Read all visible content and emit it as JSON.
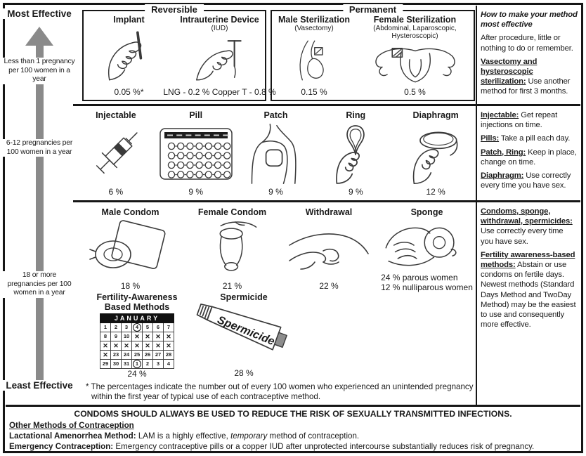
{
  "colors": {
    "arrow_gray": "#8a8a8a",
    "line_black": "#161616"
  },
  "left_rail": {
    "top_label": "Most Effective",
    "tier1": "Less than 1 pregnancy per 100 women in a year",
    "tier2": "6-12 pregnancies per 100 women in a year",
    "tier3": "18 or more pregnancies per 100 women in a year",
    "bottom_label": "Least Effective"
  },
  "groups": {
    "reversible_label": "Reversible",
    "permanent_label": "Permanent"
  },
  "row1": {
    "methods": [
      {
        "name": "Implant",
        "sub": "",
        "rate": "0.05 %*",
        "icon": "hand-holding-implant"
      },
      {
        "name": "Intrauterine Device",
        "sub": "(IUD)",
        "rate": "LNG - 0.2 %  Copper T - 0.8 %",
        "icon": "hand-holding-iud"
      },
      {
        "name": "Male Sterilization",
        "sub": "(Vasectomy)",
        "rate": "0.15 %",
        "icon": "vasectomy-diagram"
      },
      {
        "name": "Female Sterilization",
        "sub": "(Abdominal, Laparoscopic, Hysteroscopic)",
        "rate": "0.5 %",
        "icon": "female-sterilization-diagram"
      }
    ]
  },
  "row2": {
    "methods": [
      {
        "name": "Injectable",
        "rate": "6 %",
        "icon": "syringe"
      },
      {
        "name": "Pill",
        "rate": "9 %",
        "icon": "pill-pack"
      },
      {
        "name": "Patch",
        "rate": "9 %",
        "icon": "patch-on-shoulder"
      },
      {
        "name": "Ring",
        "rate": "9 %",
        "icon": "hand-holding-ring"
      },
      {
        "name": "Diaphragm",
        "rate": "12 %",
        "icon": "hand-holding-diaphragm"
      }
    ]
  },
  "row3": {
    "methods_top": [
      {
        "name": "Male Condom",
        "rate": "18 %",
        "icon": "condom-and-wrapper"
      },
      {
        "name": "Female Condom",
        "rate": "21 %",
        "icon": "hand-holding-female-condom"
      },
      {
        "name": "Withdrawal",
        "rate": "22 %",
        "icon": "withdrawal-hands"
      },
      {
        "name": "Sponge",
        "rate_line1": "24 % parous women",
        "rate_line2": "12 % nulliparous women",
        "icon": "hand-holding-sponge"
      }
    ],
    "fertility": {
      "name_line1": "Fertility-Awareness",
      "name_line2": "Based Methods",
      "rate": "24 %",
      "icon": "calendar"
    },
    "spermicide": {
      "name": "Spermicide",
      "tube_label": "Spermicide",
      "rate": "28 %",
      "icon": "spermicide-tube"
    },
    "footnote": "* The percentages indicate the number out of every 100 women who experienced an unintended pregnancy within the first year of typical use of each contraceptive method."
  },
  "calendar": {
    "month": "JANUARY",
    "rows": [
      [
        "1",
        "2",
        "3",
        "(4)",
        "5",
        "6",
        "7"
      ],
      [
        "8",
        "9",
        "10",
        "X",
        "X",
        "X",
        "X"
      ],
      [
        "X",
        "X",
        "X",
        "X",
        "X",
        "X",
        "X"
      ],
      [
        "X",
        "23",
        "24",
        "25",
        "26",
        "27",
        "28"
      ],
      [
        "29",
        "30",
        "31",
        "(1)",
        "2",
        "3",
        "4"
      ]
    ]
  },
  "sidebar": {
    "title": "How to make your method most effective",
    "intro": "After procedure, little or nothing to do or remember.",
    "s1": {
      "head": "Vasectomy and hysteroscopic sterilization:",
      "body": "Use another method for first 3 months."
    },
    "s2": {
      "head": "Injectable:",
      "body": "Get repeat injections on time."
    },
    "s3": {
      "head": "Pills:",
      "body": "Take a pill each day."
    },
    "s4": {
      "head": "Patch, Ring:",
      "body": "Keep in place, change on time."
    },
    "s5": {
      "head": "Diaphragm:",
      "body": "Use correctly every time you have sex."
    },
    "s6": {
      "head": "Condoms, sponge, withdrawal, spermicides:",
      "body": "Use correctly every time you have sex."
    },
    "s7": {
      "head": "Fertility awareness-based methods:",
      "body": "Abstain or use condoms on fertile days. Newest methods (Standard Days Method and TwoDay Method) may be the easiest to use and consequently more effective."
    }
  },
  "footer": {
    "sti_notice": "CONDOMS SHOULD ALWAYS BE USED TO REDUCE THE RISK OF SEXUALLY TRANSMITTED INFECTIONS.",
    "other_title": "Other Methods of Contraception",
    "lam_head": "Lactational Amenorrhea Method:",
    "lam_pre": "LAM is a highly effective,",
    "lam_italic": "temporary",
    "lam_post": "method of contraception.",
    "ec_head": "Emergency Contraception:",
    "ec_body": "Emergency contraceptive pills or a copper IUD after unprotected intercourse substantially reduces risk of pregnancy."
  }
}
